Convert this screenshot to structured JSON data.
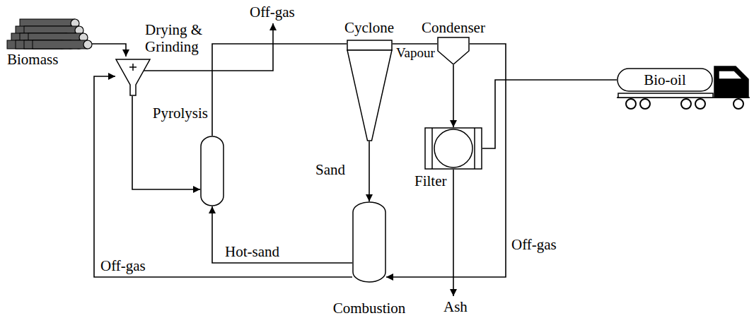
{
  "diagram": {
    "nodes": [
      {
        "text": [
          "Biomass"
        ]
      },
      {
        "text": [
          "Drying & Grinding"
        ]
      },
      {
        "text": [
          "Pyrolysis"
        ]
      },
      {
        "text": [
          "Cyclone"
        ]
      },
      {
        "text": [
          "Condenser"
        ]
      },
      {
        "text": [
          "Filter"
        ]
      },
      {
        "text": [
          "Combustion"
        ]
      },
      {
        "text": [
          "Bio-oil"
        ]
      }
    ],
    "edges": [
      {
        "from": 0,
        "to": 1,
        "arrow": "to"
      },
      {
        "from": 1,
        "to": 2,
        "arrow": "to"
      },
      {
        "from": 2,
        "to": 3,
        "arrow": "none"
      },
      {
        "from": 3,
        "to": 4,
        "label": "Vapour",
        "arrow": "none"
      },
      {
        "from": 3,
        "to": 6,
        "label": "Sand",
        "arrow": "to"
      },
      {
        "from": 4,
        "to": 5,
        "arrow": "to"
      },
      {
        "from": 5,
        "to": 7,
        "arrow": "none"
      },
      {
        "from": 4,
        "to": 6,
        "label": "Off-gas",
        "arrow": "to"
      },
      {
        "from": 6,
        "to": 2,
        "label": "Hot-sand",
        "arrow": "to"
      },
      {
        "from": 6,
        "to": 1,
        "label": "Off-gas",
        "arrow": "to"
      }
    ],
    "labels": [
      "Off-gas",
      "Ash"
    ]
  }
}
